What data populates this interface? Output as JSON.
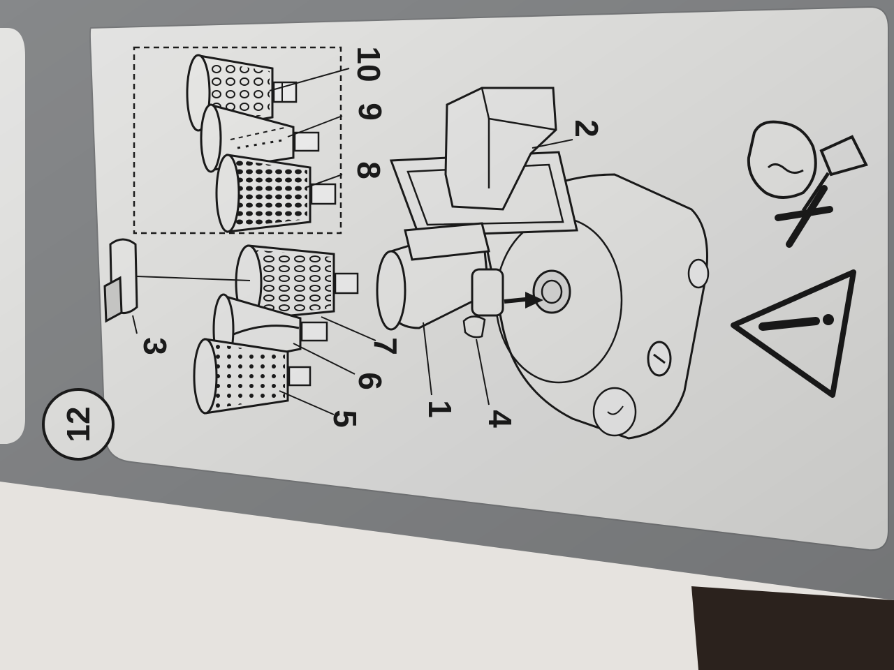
{
  "figure": {
    "number": "12",
    "parts": {
      "p1": "1",
      "p2": "2",
      "p3": "3",
      "p4": "4",
      "p5": "5",
      "p6": "6",
      "p7": "7",
      "p8": "8",
      "p9": "9",
      "p10": "10"
    }
  },
  "colors": {
    "paper": "#f2f2f0",
    "page_gray": "#8d8f91",
    "ink": "#1c1c1c",
    "table": "#e6e3df"
  },
  "icons": [
    "warning-triangle-icon",
    "do-not-taste-icon",
    "arrow-icon"
  ]
}
